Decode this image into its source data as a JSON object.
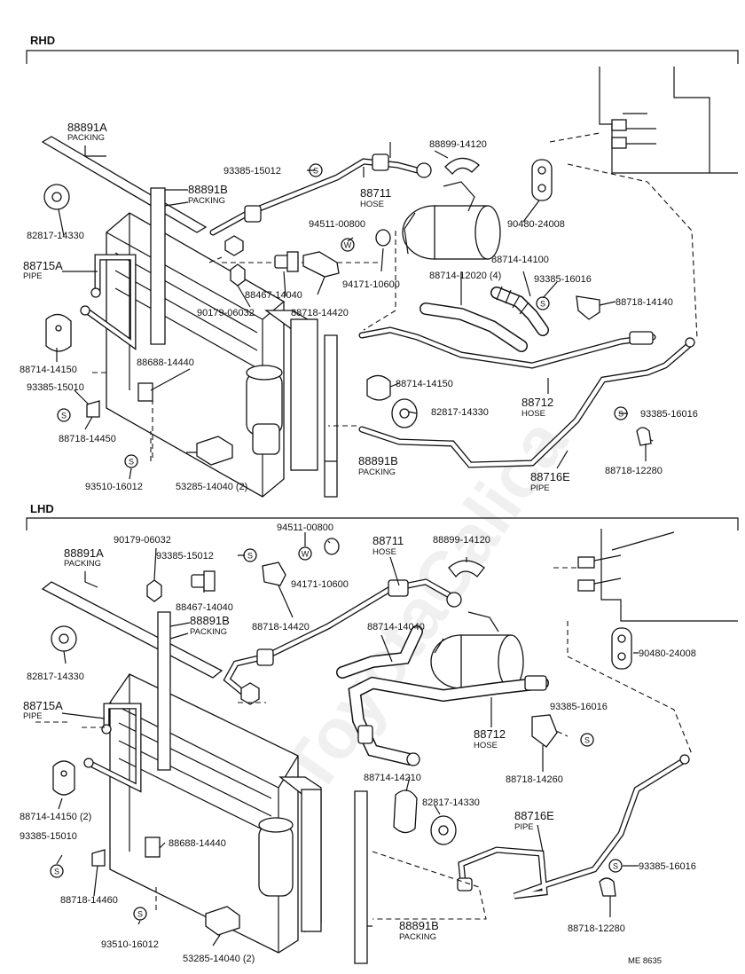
{
  "sections": {
    "rhd": "RHD",
    "lhd": "LHD"
  },
  "watermark": "ToyotaCalica",
  "footer_code": "ME 8635",
  "symbols": {
    "screw": "S",
    "washer": "W"
  },
  "rhd_labels": {
    "p88891a": "88891A",
    "p88891a_sub": "PACKING",
    "p88891b": "88891B",
    "p88891b_sub": "PACKING",
    "p93385_15012": "93385-15012",
    "p82817_14330": "82817-14330",
    "p88715a": "88715A",
    "p88715a_sub": "PIPE",
    "p88711": "88711",
    "p88711_sub": "HOSE",
    "p88899_14120": "88899-14120",
    "p94511_00800": "94511-00800",
    "p90480_24008": "90480-24008",
    "p88467_14040": "88467-14040",
    "p94171_10600": "94171-10600",
    "p88714_12020": "88714-12020 (4)",
    "p88714_14100": "88714-14100",
    "p93385_16016a": "93385-16016",
    "p88718_14140": "88718-14140",
    "p90179_06032": "90179-06032",
    "p88718_14420": "88718-14420",
    "p88714_14150": "88714-14150",
    "p88688_14440": "88688-14440",
    "p93385_15010": "93385-15010",
    "p88714_14150b": "88714-14150",
    "p82817_14330b": "82817-14330",
    "p88712": "88712",
    "p88712_sub": "HOSE",
    "p93385_16016b": "93385-16016",
    "p88718_14450": "88718-14450",
    "p88718_12280": "88718-12280",
    "p88891b2": "88891B",
    "p88891b2_sub": "PACKING",
    "p88716e": "88716E",
    "p88716e_sub": "PIPE",
    "p93510_16012": "93510-16012",
    "p53285_14040": "53285-14040 (2)"
  },
  "lhd_labels": {
    "p90179_06032": "90179-06032",
    "p94511_00800": "94511-00800",
    "p88711": "88711",
    "p88711_sub": "HOSE",
    "p88899_14120": "88899-14120",
    "p93385_15012": "93385-15012",
    "p88891a": "88891A",
    "p88891a_sub": "PACKING",
    "p94171_10600": "94171-10600",
    "p88467_14040": "88467-14040",
    "p88891b": "88891B",
    "p88891b_sub": "PACKING",
    "p88714_14040": "88714-14040",
    "p90480_24008": "90480-24008",
    "p82817_14330": "82817-14330",
    "p88718_14420": "88718-14420",
    "p88715a": "88715A",
    "p88715a_sub": "PIPE",
    "p93385_16016a": "93385-16016",
    "p88712": "88712",
    "p88712_sub": "HOSE",
    "p88718_14260": "88718-14260",
    "p88714_14210": "88714-14210",
    "p88714_14150": "88714-14150 (2)",
    "p82817_14330b": "82817-14330",
    "p88716e": "88716E",
    "p88716e_sub": "PIPE",
    "p93385_15010": "93385-15010",
    "p88688_14440": "88688-14440",
    "p93385_16016b": "93385-16016",
    "p88718_14460": "88718-14460",
    "p88718_12280": "88718-12280",
    "p88891b2": "88891B",
    "p88891b2_sub": "PACKING",
    "p93510_16012": "93510-16012",
    "p53285_14040": "53285-14040 (2)"
  }
}
